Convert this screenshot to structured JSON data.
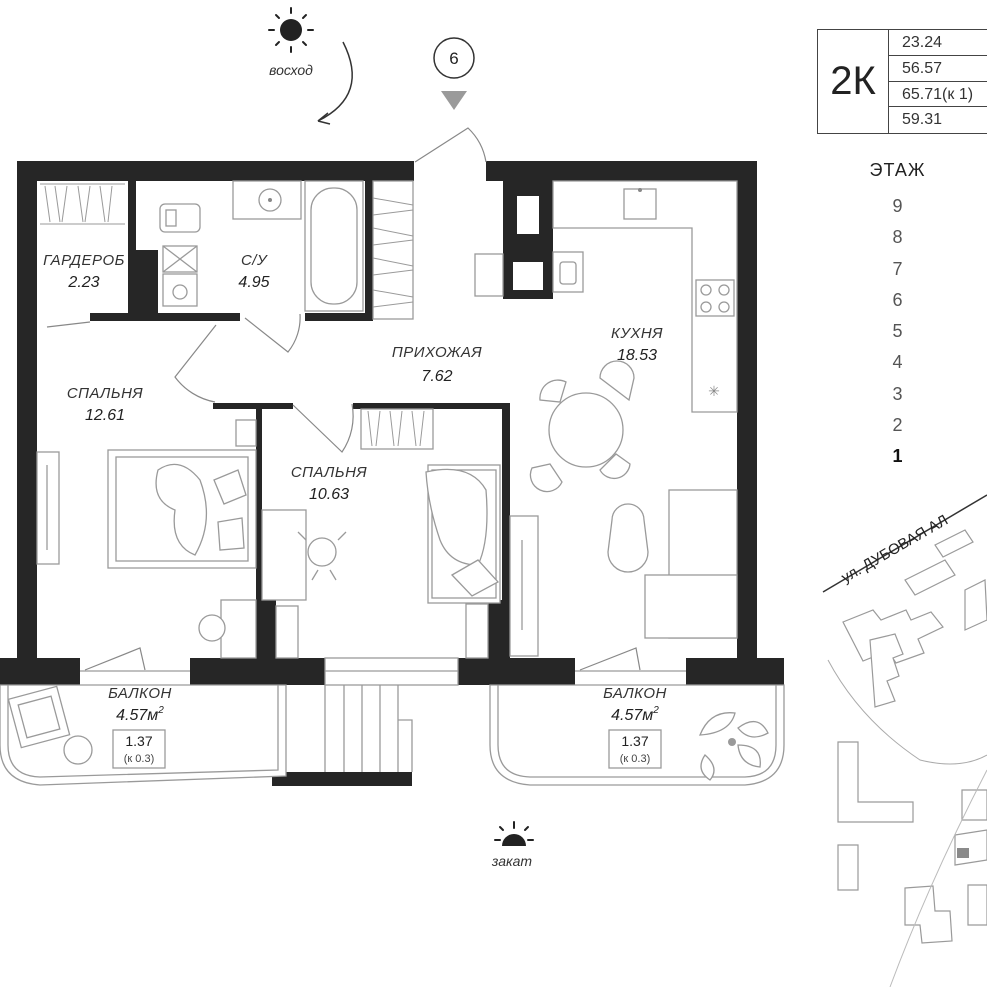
{
  "apartment": {
    "type": "2К",
    "areas": [
      "23.24",
      "56.57",
      "65.71(к 1)",
      "59.31"
    ]
  },
  "floor_selector": {
    "title": "ЭТАЖ",
    "floors": [
      "9",
      "8",
      "7",
      "6",
      "5",
      "4",
      "3",
      "2",
      "1"
    ],
    "active": "1"
  },
  "compass": {
    "sunrise": "восход",
    "sunset": "закат",
    "entrance_number": "6"
  },
  "rooms": {
    "wardrobe": {
      "name": "ГАРДЕРОБ",
      "area": "2.23"
    },
    "bathroom": {
      "name": "С/У",
      "area": "4.95"
    },
    "hallway": {
      "name": "ПРИХОЖАЯ",
      "area": "7.62"
    },
    "kitchen": {
      "name": "КУХНЯ",
      "area": "18.53"
    },
    "bedroom1": {
      "name": "СПАЛЬНЯ",
      "area": "12.61"
    },
    "bedroom2": {
      "name": "СПАЛЬНЯ",
      "area": "10.63"
    },
    "balcony_left": {
      "name": "БАЛКОН",
      "area": "4.57м",
      "sup": "2",
      "coef": "1.37",
      "coef_note": "(к 0.3)"
    },
    "balcony_right": {
      "name": "БАЛКОН",
      "area": "4.57м",
      "sup": "2",
      "coef": "1.37",
      "coef_note": "(к 0.3)"
    }
  },
  "map": {
    "street": "ул. ДУБОВАЯ АЛ"
  },
  "colors": {
    "wall": "#262626",
    "line": "#9a9a9a",
    "highlight_building": "#8a8a8a"
  }
}
